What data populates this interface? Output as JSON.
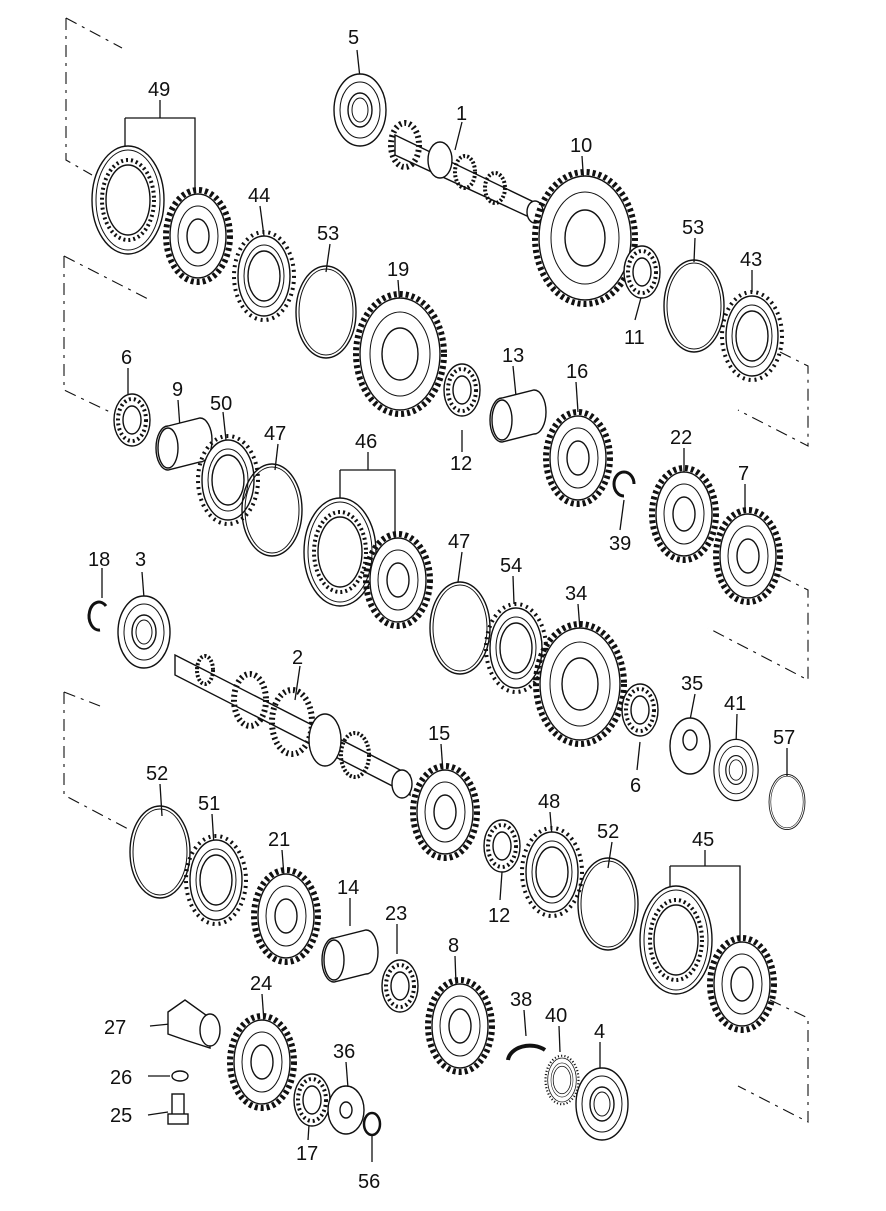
{
  "callouts": {
    "c1": "1",
    "c2": "2",
    "c3": "3",
    "c4": "4",
    "c5": "5",
    "c6a": "6",
    "c6b": "6",
    "c7": "7",
    "c8": "8",
    "c9": "9",
    "c10": "10",
    "c11": "11",
    "c12a": "12",
    "c12b": "12",
    "c13": "13",
    "c14": "14",
    "c15": "15",
    "c16": "16",
    "c17": "17",
    "c18": "18",
    "c19": "19",
    "c21": "21",
    "c22": "22",
    "c23": "23",
    "c24": "24",
    "c25": "25",
    "c26": "26",
    "c27": "27",
    "c34": "34",
    "c35": "35",
    "c36": "36",
    "c38": "38",
    "c39": "39",
    "c40": "40",
    "c41": "41",
    "c43": "43",
    "c44": "44",
    "c45": "45",
    "c46": "46",
    "c47a": "47",
    "c47b": "47",
    "c48": "48",
    "c49": "49",
    "c50": "50",
    "c51": "51",
    "c52a": "52",
    "c52b": "52",
    "c53a": "53",
    "c53b": "53",
    "c54": "54",
    "c56": "56",
    "c57": "57"
  }
}
